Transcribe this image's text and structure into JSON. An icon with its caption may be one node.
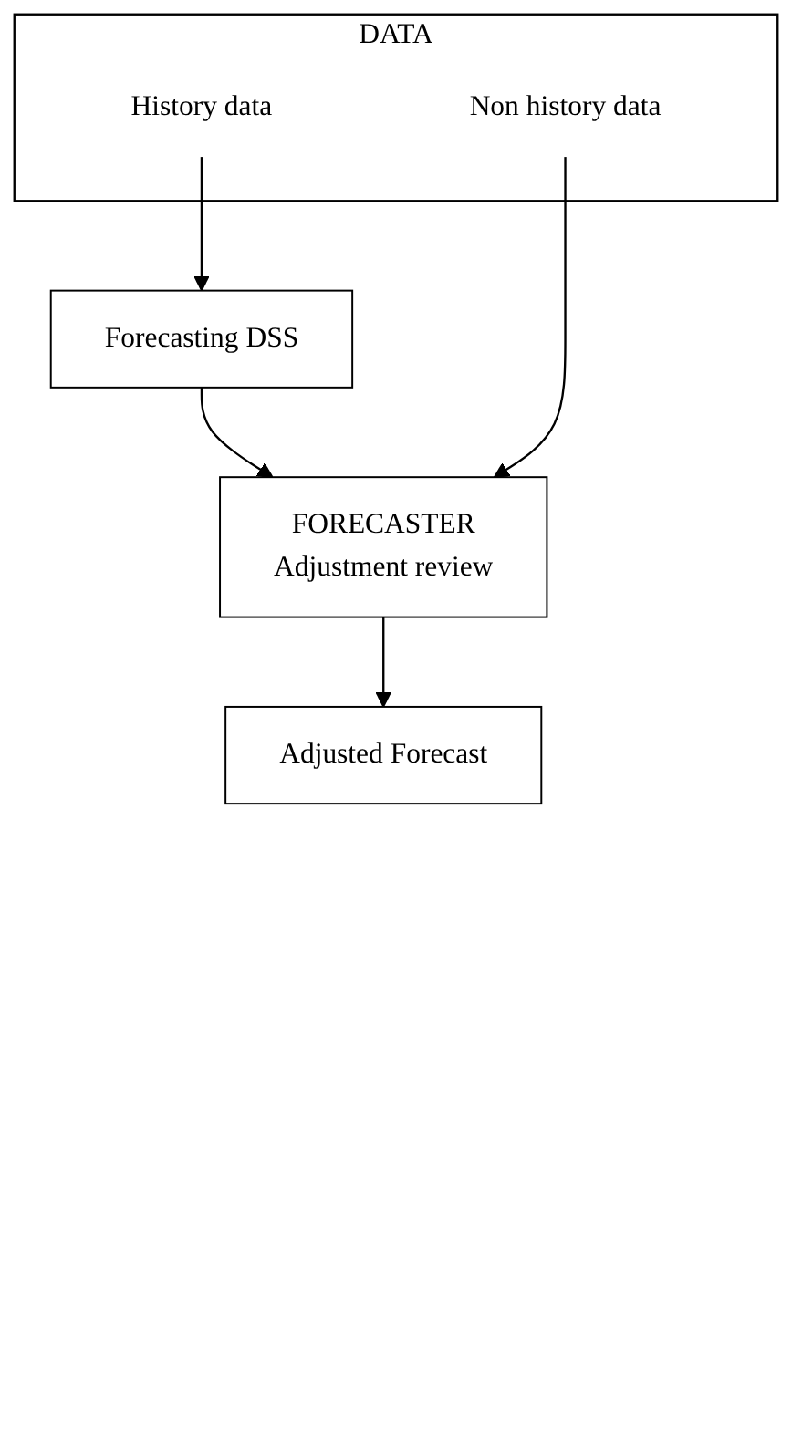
{
  "diagram": {
    "nodes": [
      {
        "text": [
          "DATA"
        ]
      },
      {
        "text": [
          "Non history data"
        ],
        "in": 0
      },
      {
        "text": [
          "History data"
        ],
        "in": 0
      },
      {
        "text": [
          "Forecasting DSS"
        ]
      },
      {
        "text": [
          "FORECASTER",
          "Adjustment review"
        ]
      },
      {
        "text": [
          "Adjusted Forecast"
        ]
      }
    ],
    "edges": [
      {
        "from": 2,
        "to": 3,
        "arrow": "to"
      },
      {
        "from": 3,
        "to": 4,
        "arrow": "to"
      },
      {
        "from": 1,
        "to": 4,
        "arrow": "to"
      },
      {
        "from": 4,
        "to": 5,
        "arrow": "to"
      }
    ]
  }
}
